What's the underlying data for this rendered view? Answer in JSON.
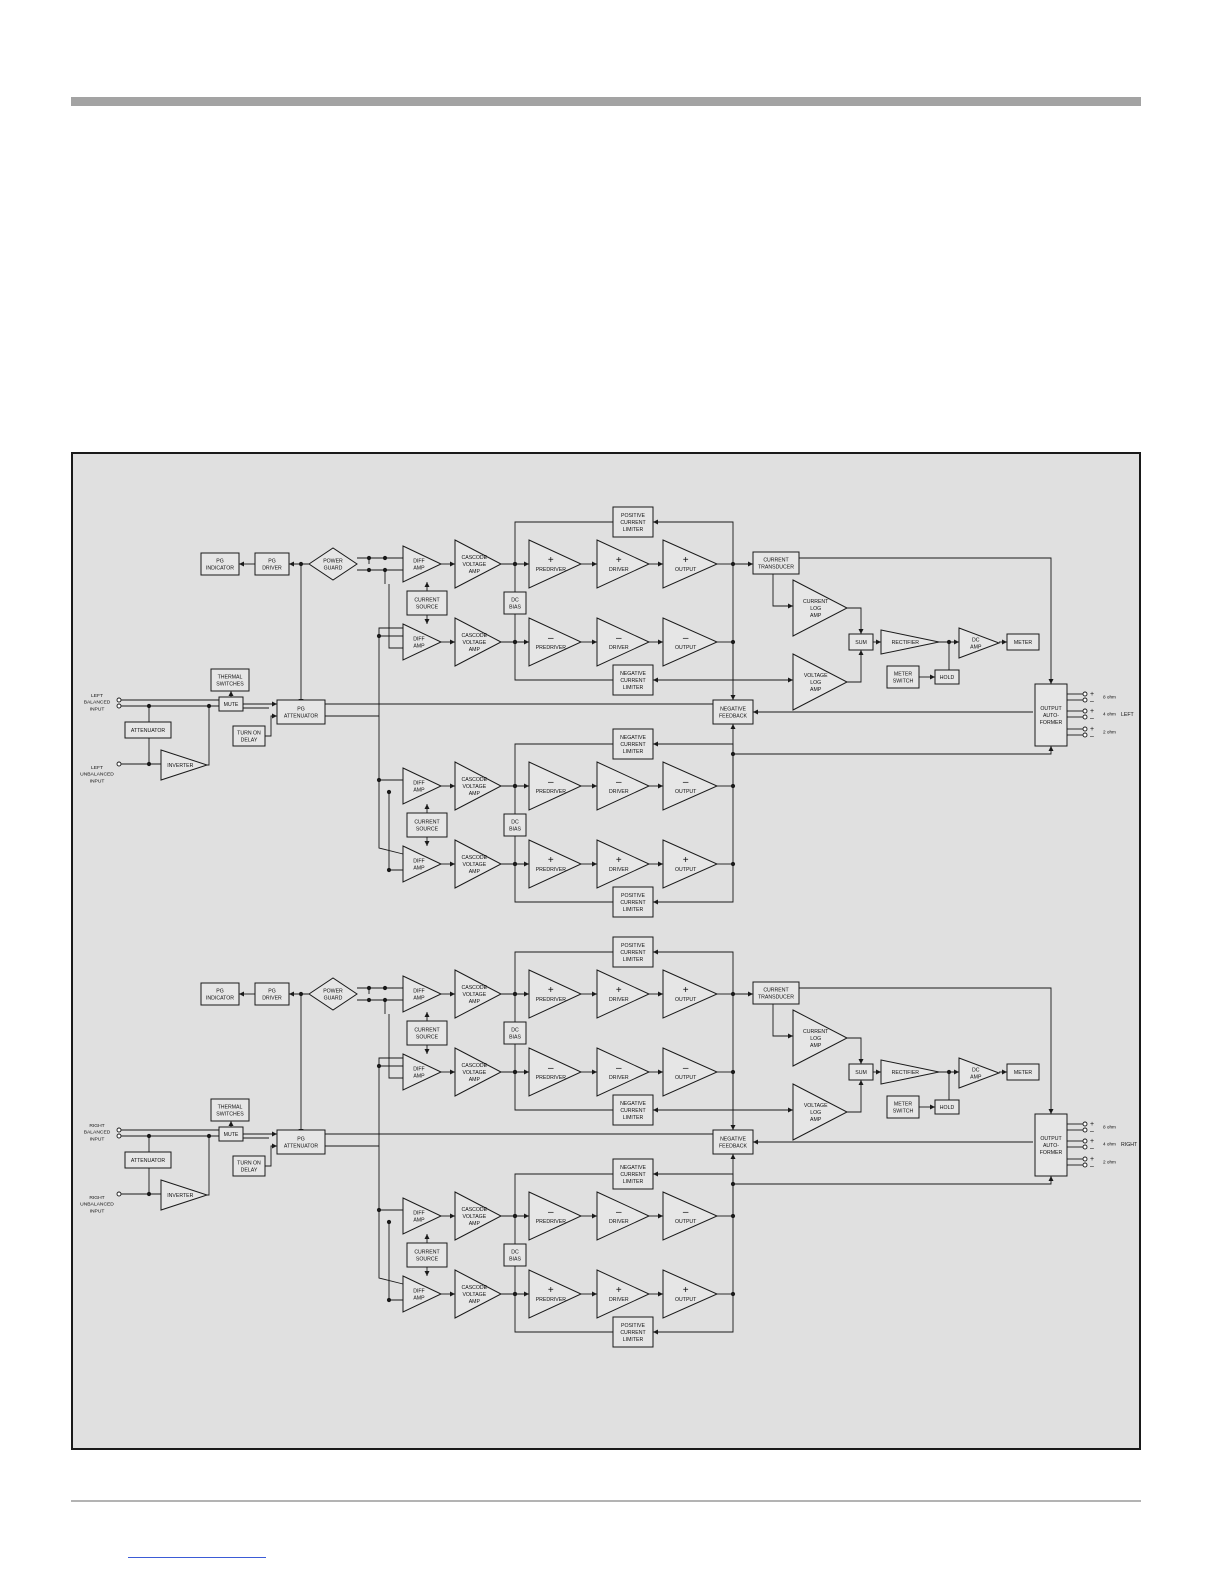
{
  "colors": {
    "panel_bg": "#e0e0e0",
    "box_fill": "#e6e6e6",
    "stroke": "#1a1a1a",
    "top_bar": "#a3a3a3",
    "footer_link": "#3b5bd6"
  },
  "diagram": {
    "channels": [
      {
        "name": "LEFT",
        "balanced_input": [
          "LEFT",
          "BALANCED",
          "INPUT"
        ],
        "unbalanced_input": [
          "LEFT",
          "UNBALANCED",
          "INPUT"
        ],
        "taps": [
          "8 ohm",
          "4 ohm",
          "2 ohm"
        ]
      },
      {
        "name": "RIGHT",
        "balanced_input": [
          "RIGHT",
          "BALANCED",
          "INPUT"
        ],
        "unbalanced_input": [
          "RIGHT",
          "UNBALANCED",
          "INPUT"
        ],
        "taps": [
          "8 ohm",
          "4 ohm",
          "2 ohm"
        ]
      }
    ],
    "labels": {
      "pg_indicator": [
        "PG",
        "INDICATOR"
      ],
      "pg_driver": [
        "PG",
        "DRIVER"
      ],
      "power_guard": [
        "POWER",
        "GUARD"
      ],
      "diff_amp": [
        "DIFF",
        "AMP"
      ],
      "cascode": [
        "CASCODE",
        "VOLTAGE",
        "AMP"
      ],
      "current_source": [
        "CURRENT",
        "SOURCE"
      ],
      "dc_bias": [
        "DC",
        "BIAS"
      ],
      "predriver": "PREDRIVER",
      "driver": "DRIVER",
      "output": "OUTPUT",
      "positive_limiter": [
        "POSITIVE",
        "CURRENT",
        "LIMITER"
      ],
      "negative_limiter": [
        "NEGATIVE",
        "CURRENT",
        "LIMITER"
      ],
      "current_transducer": [
        "CURRENT",
        "TRANSDUCER"
      ],
      "current_log_amp": [
        "CURRENT",
        "LOG",
        "AMP"
      ],
      "voltage_log_amp": [
        "VOLTAGE",
        "LOG",
        "AMP"
      ],
      "sum": "SUM",
      "rectifier": "RECTIFIER",
      "dc_amp": [
        "DC",
        "AMP"
      ],
      "meter": "METER",
      "meter_switch": [
        "METER",
        "SWITCH"
      ],
      "hold": "HOLD",
      "negative_feedback": [
        "NEGATIVE",
        "FEEDBACK"
      ],
      "output_autoformer": [
        "OUTPUT",
        "AUTO-",
        "FORMER"
      ],
      "thermal_switches": [
        "THERMAL",
        "SWITCHES"
      ],
      "mute": "MUTE",
      "pg_attenuator": [
        "PG",
        "ATTENUATOR"
      ],
      "turn_on_delay": [
        "TURN ON",
        "DELAY"
      ],
      "attenuator": "ATTENUATOR",
      "inverter": "INVERTER"
    }
  }
}
